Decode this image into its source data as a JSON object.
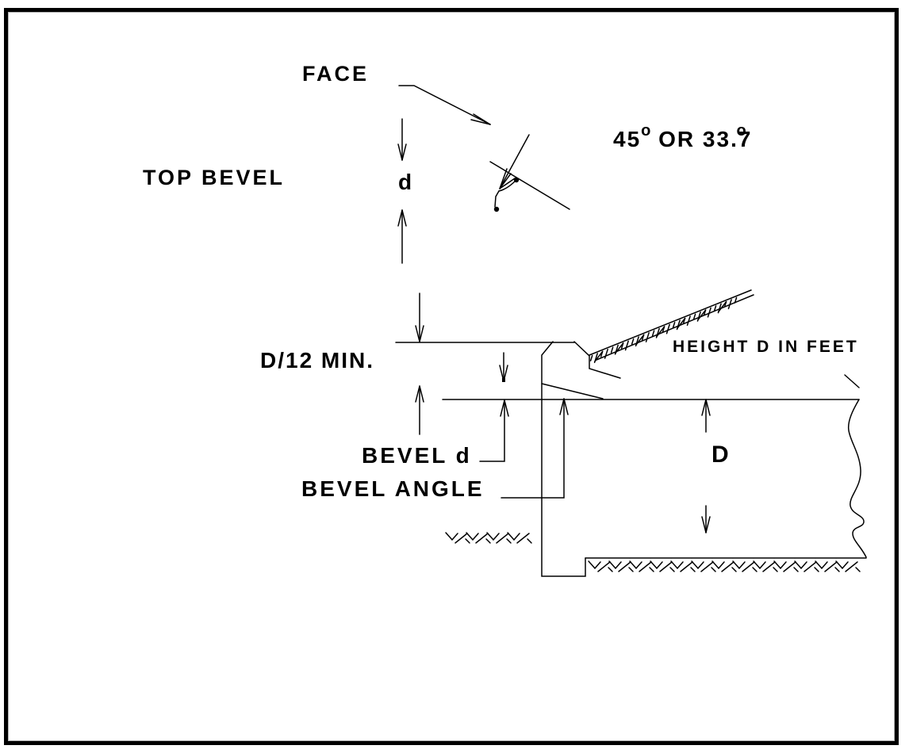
{
  "drawing": {
    "labels": {
      "face": "FACE",
      "top_bevel": "TOP BEVEL",
      "angle": {
        "v1": "45",
        "deg1": "o",
        "mid": " OR 33.7",
        "deg2": "o"
      },
      "dim_d_small": "d",
      "d12_min": "D/12 MIN.",
      "height_d": "HEIGHT D IN FEET",
      "bevel_d": "BEVEL d",
      "bevel_angle": "BEVEL ANGLE",
      "dim_d_big": "D"
    },
    "colors": {
      "ink": "#000000",
      "paper": "#ffffff",
      "frame_inner_line": "#b3b3b3"
    }
  }
}
